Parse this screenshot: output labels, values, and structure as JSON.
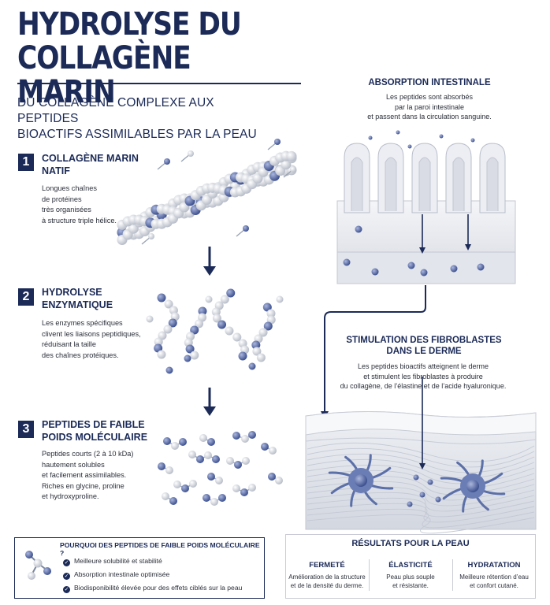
{
  "header": {
    "title_line1": "HYDROLYSE DU",
    "title_line2": "COLLAGÈNE MARIN",
    "subtitle_line1": "DU COLLAGÈNE COMPLEXE AUX PEPTIDES",
    "subtitle_line2": "BIOACTIFS ASSIMILABLES PAR LA PEAU"
  },
  "steps": [
    {
      "number": "1",
      "title_line1": "COLLAGÈNE MARIN",
      "title_line2": "NATIF",
      "body": [
        "Longues chaînes",
        "de protéines",
        "très organisées",
        "à structure triple hélice."
      ]
    },
    {
      "number": "2",
      "title_line1": "HYDROLYSE",
      "title_line2": "ENZYMATIQUE",
      "body": [
        "Les enzymes spécifiques",
        "clivent les liaisons peptidiques,",
        "réduisant la taille",
        "des chaînes protéiques."
      ]
    },
    {
      "number": "3",
      "title_line1": "PEPTIDES DE FAIBLE",
      "title_line2": "POIDS MOLÉCULAIRE",
      "body": [
        "Peptides courts (2 à 10 kDa)",
        "hautement solubles",
        "et facilement assimilables.",
        "Riches en glycine, proline",
        "et hydroxyproline."
      ]
    }
  ],
  "absorption": {
    "title": "ABSORPTION INTESTINALE",
    "body": [
      "Les peptides sont absorbés",
      "par la paroi intestinale",
      "et passent dans la circulation sanguine."
    ]
  },
  "stimulation": {
    "title_line1": "STIMULATION DES FIBROBLASTES",
    "title_line2": "DANS LE DERME",
    "body": [
      "Les peptides bioactifs atteignent le derme",
      "et stimulent les fibroblastes à produire",
      "du collagène, de l’élastine et de l’acide hyaluronique."
    ]
  },
  "why": {
    "title": "POURQUOI DES PEPTIDES DE FAIBLE POIDS MOLÉCULAIRE ?",
    "items": [
      "Meilleure solubilité et stabilité",
      "Absorption intestinale optimisée",
      "Biodisponibilité élevée pour des effets ciblés sur la peau"
    ]
  },
  "results": {
    "title": "RÉSULTATS POUR LA PEAU",
    "columns": [
      {
        "title": "FERMETÉ",
        "body": [
          "Amélioration de la structure",
          "et de la densité du derme."
        ]
      },
      {
        "title": "ÉLASTICITÉ",
        "body": [
          "Peau plus souple",
          "et résistante."
        ]
      },
      {
        "title": "HYDRATATION",
        "body": [
          "Meilleure rétention d’eau",
          "et confort cutané."
        ]
      }
    ]
  },
  "colors": {
    "navy": "#1b2a57",
    "molecule_blue": "#5b6fa8",
    "molecule_grey": "#cfd3dc",
    "tissue": "#e6e8ee"
  },
  "icons": [
    "arrow-down-icon",
    "check-icon",
    "molecule-icon",
    "fibroblast-icon"
  ]
}
